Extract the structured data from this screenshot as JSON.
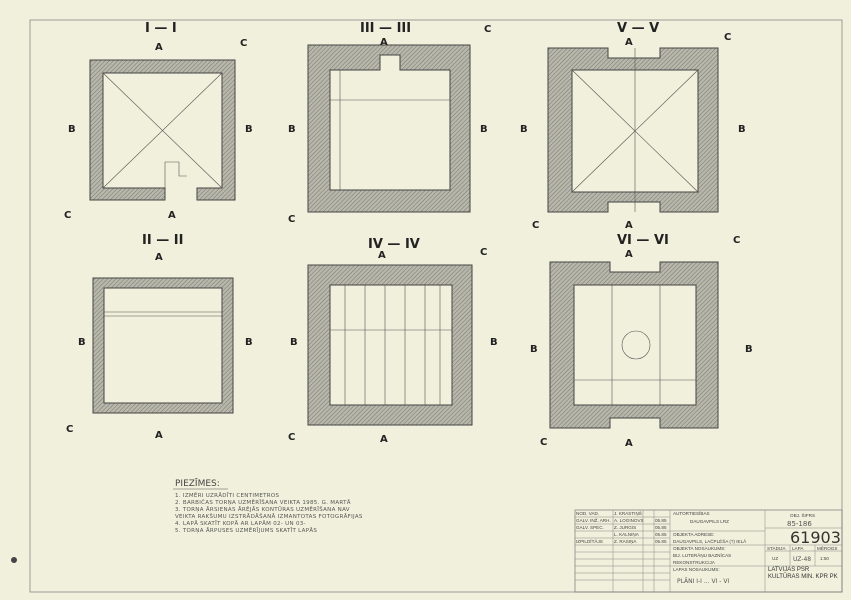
{
  "sections": {
    "s1": "I — I",
    "s2": "II — II",
    "s3": "III — III",
    "s4": "IV — IV",
    "s5": "V — V",
    "s6": "VI — VI"
  },
  "markers": {
    "a": "A",
    "b": "B",
    "c": "C"
  },
  "notes": {
    "title": "PIEZĪMES:",
    "lines": [
      "1. IZMĒRI UZRĀDĪTI CENTIMETROS",
      "2. BARBIČAS TORŅA UZMĒRĪŠANA VEIKTA 1985. G. MARTĀ",
      "3. TORŅA ĀRSIENAS ĀRĒJĀS KONTŪRAS UZMĒRĪŠANA NAV",
      "   VEIKTA RAKŠUMU IZSTRĀDĀŠANĀ IZMANTOTAS FOTOGRĀFIJAS",
      "4. LAPĀ SKATĪT KOPĀ AR LAPĀM 02- UN 03-",
      "5. TORŅA ĀRPUSES UZMĒRĪJUMS SKATĪT LAPĀS"
    ]
  },
  "title_block": {
    "staff": [
      [
        "NOD. VAD.",
        "J. KRASTIŅŠ"
      ],
      [
        "GALV. INŽ. ARH.",
        "A. LOGINOVS"
      ],
      [
        "GALV. SPEC.",
        "Z. JURGIS"
      ],
      [
        "",
        "L. KALNIŅA"
      ],
      [
        "IZPILDĪTĀJS",
        "Z. RASIŅA"
      ]
    ],
    "dates": [
      "",
      "05.85",
      "05.85",
      "05.85",
      "05.85"
    ],
    "author_label": "AUTORTIESĪBAS",
    "author": "DAUGAVPILS  LRZ",
    "object_label": "OBJEKTA ADRESE:",
    "object": "DAUGAVPILS, LAČPLĒŠA (?) IELĀ",
    "work_label": "OBJEKTA NOSAUKUMS:",
    "work1": "BIJ. LUTERĀŅU BAZNĪCAS",
    "work2": "REKONSTRUKCIJA",
    "sheet_label": "LAPAS NOSAUKUMS:",
    "sheet": "PLĀNI  I-I  ...  VI - VI",
    "code_label": "OBJ. ŠIFRS",
    "code": "85-186",
    "number": "61903",
    "stage_label": "STADIJA",
    "stage": "UZ",
    "page_label": "LAPA",
    "page": "UZ-48",
    "pages_label": "MĒROGS",
    "pages": "1:50",
    "org": "LATVIJAS PSR KULTŪRAS MIN. KPR PK"
  }
}
